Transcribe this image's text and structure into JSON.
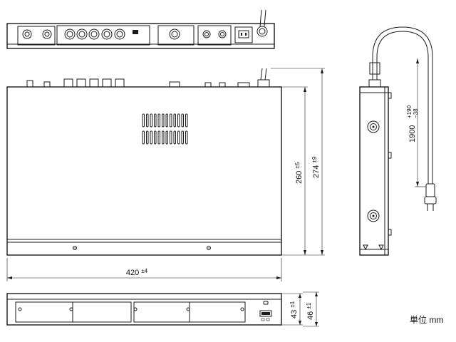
{
  "dimensions": {
    "width": {
      "value": "420",
      "tol": "±4"
    },
    "depth_inner": {
      "value": "260",
      "tol": "±5"
    },
    "depth_outer": {
      "value": "274",
      "tol": "±9"
    },
    "cord_length": {
      "value": "1900",
      "tol_plus": "+190",
      "tol_minus": "−38"
    },
    "height_inner": {
      "value": "43",
      "tol": "±1"
    },
    "height_outer": {
      "value": "46",
      "tol": "±1"
    }
  },
  "unit_note": "単位 mm",
  "colors": {
    "line": "#1a1a1a",
    "background": "#ffffff"
  }
}
